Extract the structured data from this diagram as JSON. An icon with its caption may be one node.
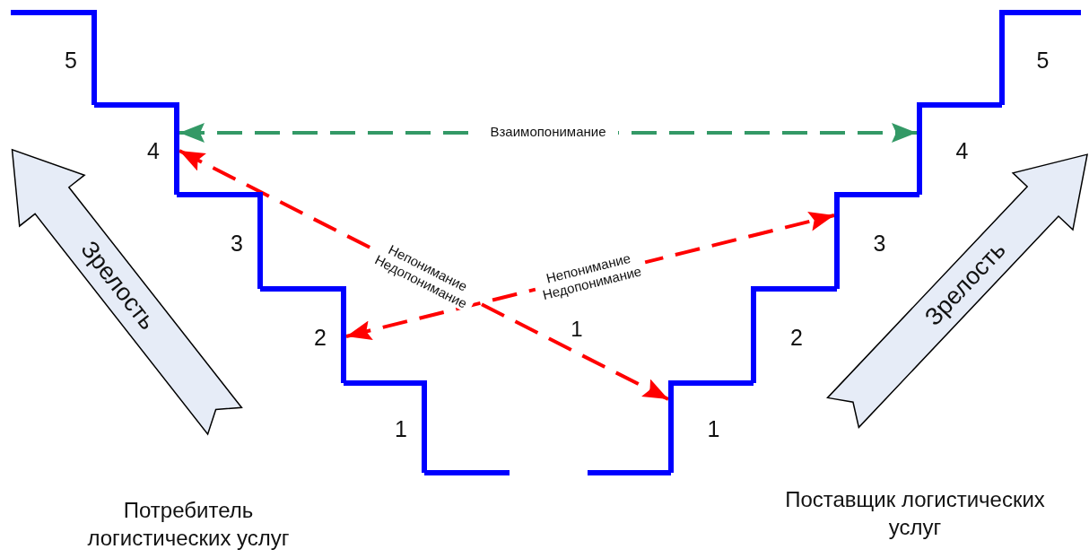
{
  "diagram": {
    "nodes": [
      {
        "text": [
          "5"
        ]
      },
      {
        "text": [
          "5"
        ]
      },
      {
        "text": [
          "4"
        ]
      },
      {
        "text": [
          "4"
        ]
      },
      {
        "text": [
          "3"
        ]
      },
      {
        "text": [
          "3"
        ]
      },
      {
        "text": [
          "2"
        ]
      },
      {
        "text": [
          "2"
        ]
      },
      {
        "text": [
          "1"
        ]
      },
      {
        "text": [
          "1"
        ]
      },
      {
        "text": [
          "Зрелость"
        ]
      },
      {
        "text": [
          "Зрелость"
        ]
      }
    ],
    "edges": [
      {
        "from": 2,
        "to": 3,
        "arrow": "both",
        "label": "Взаимопонимание",
        "style": "dashed",
        "color": "#339966"
      },
      {
        "from": 2,
        "to": 9,
        "arrow": "both",
        "label": "Непонимание Недопонимание",
        "style": "dashed",
        "color": "#ff0000"
      },
      {
        "from": 6,
        "to": 5,
        "arrow": "both",
        "label": "Непонимание Недопонимание",
        "style": "dashed",
        "color": "#ff0000"
      }
    ],
    "labels": [
      "1",
      "Потребитель логистических услуг",
      "Поставщик логистических услуг"
    ]
  }
}
